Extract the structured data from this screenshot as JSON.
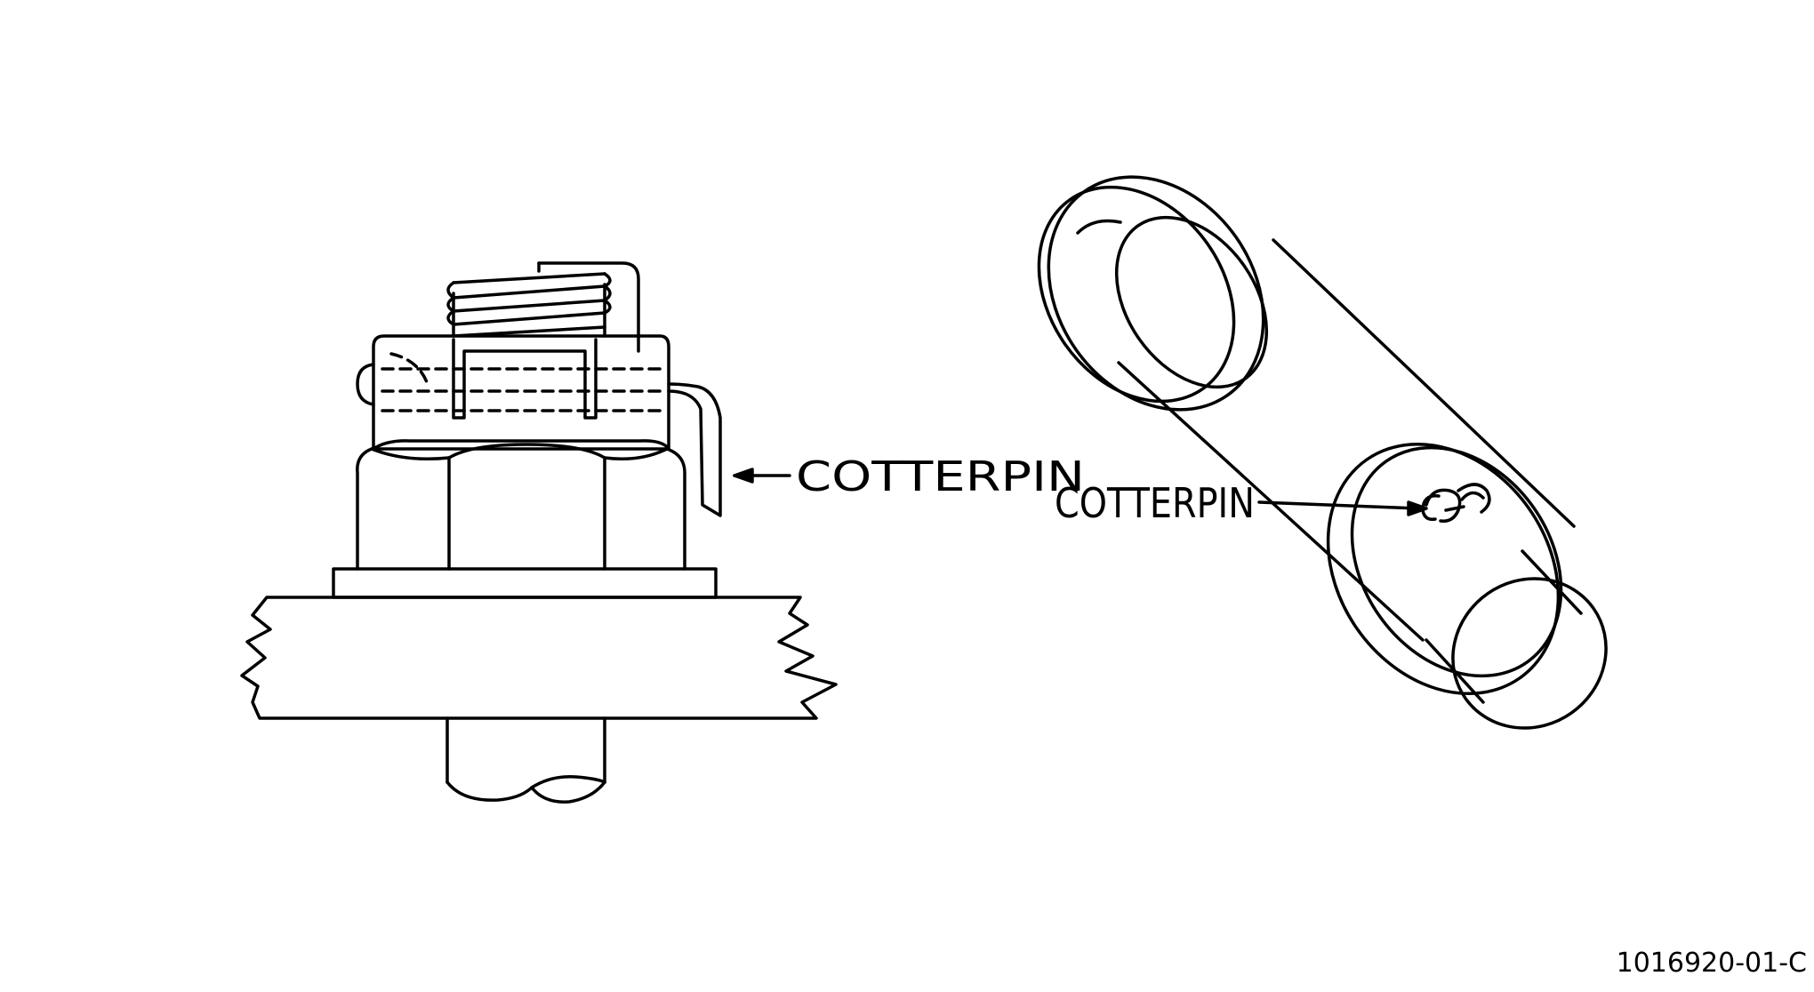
{
  "labels": {
    "left_callout": "COTTERPIN",
    "right_callout": "COTTERPIN",
    "figure_number": "1016920-01-C"
  },
  "colors": {
    "ink": "#000000",
    "paper": "#ffffff"
  }
}
